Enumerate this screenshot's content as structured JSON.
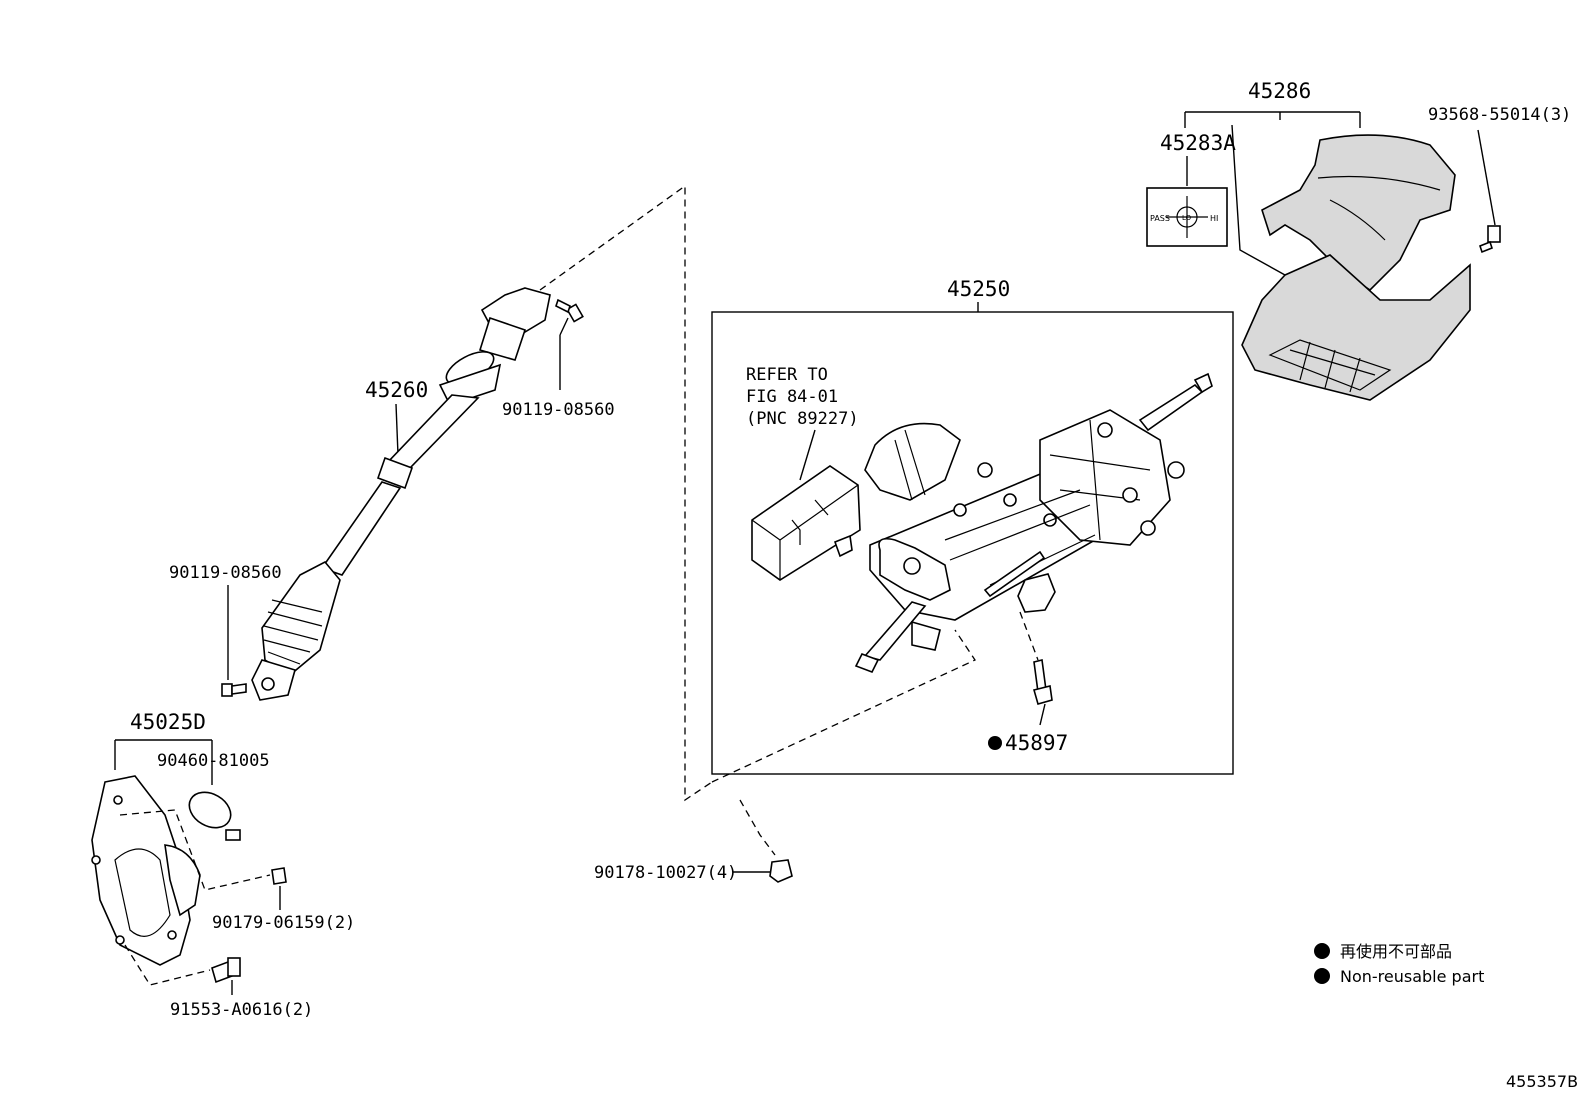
{
  "callouts": {
    "steering_column_assy": "45250",
    "intermediate_shaft": "45260",
    "column_cover": "45286",
    "switch_plate": "45283A",
    "cover_screw": "93568-55014(3)",
    "bolt_upper": "90119-08560",
    "bolt_lower": "90119-08560",
    "hole_cover": "45025D",
    "clamp": "90460-81005",
    "nut_cover": "90179-06159(2)",
    "bolt_cover": "91553-A0616(2)",
    "nut_column": "90178-10027(4)",
    "bolt_nonreusable": "45897"
  },
  "refer_note": {
    "line1": "REFER TO",
    "line2": "FIG 84-01",
    "line3": "(PNC 89227)"
  },
  "switch_markings": {
    "left": "PASS",
    "center": "LO",
    "right": "HI"
  },
  "legend": {
    "line_jp": "再使用不可部品",
    "line_en": "Non-reusable part"
  },
  "illustration_id": "455357B"
}
